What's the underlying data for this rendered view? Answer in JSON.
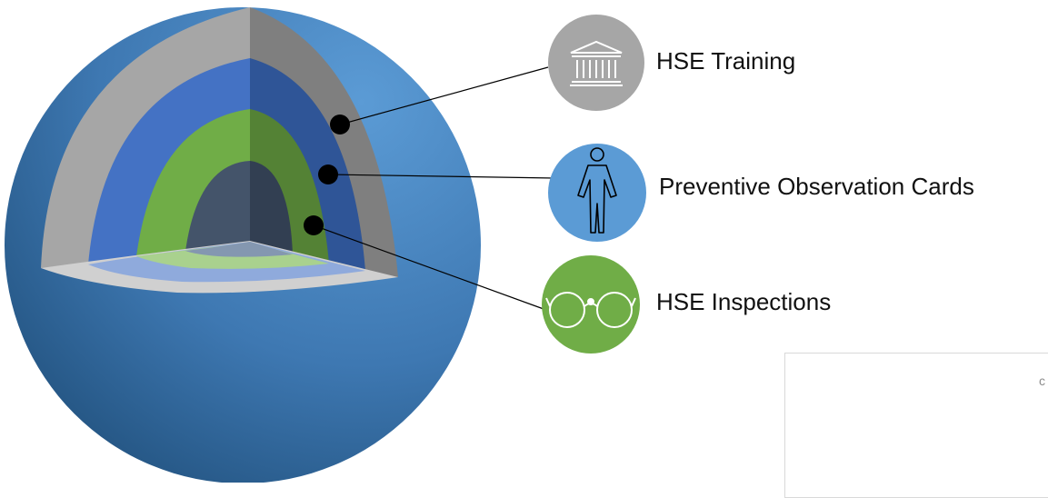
{
  "diagram": {
    "colors": {
      "outer_sphere": "#4a86c6",
      "training_layer": "#a6a6a6",
      "observation_layer": "#4472c4",
      "inspection_layer": "#70ad47",
      "core": "#44546a",
      "connector": "#000000"
    },
    "items": [
      {
        "label": "HSE Training",
        "icon": "museum-building-icon",
        "color": "#a6a6a6"
      },
      {
        "label": "Preventive Observation Cards",
        "icon": "person-icon",
        "color": "#5b9bd5"
      },
      {
        "label": "HSE Inspections",
        "icon": "glasses-icon",
        "color": "#70ad47"
      }
    ],
    "corner_panel": {
      "text": "c"
    }
  }
}
